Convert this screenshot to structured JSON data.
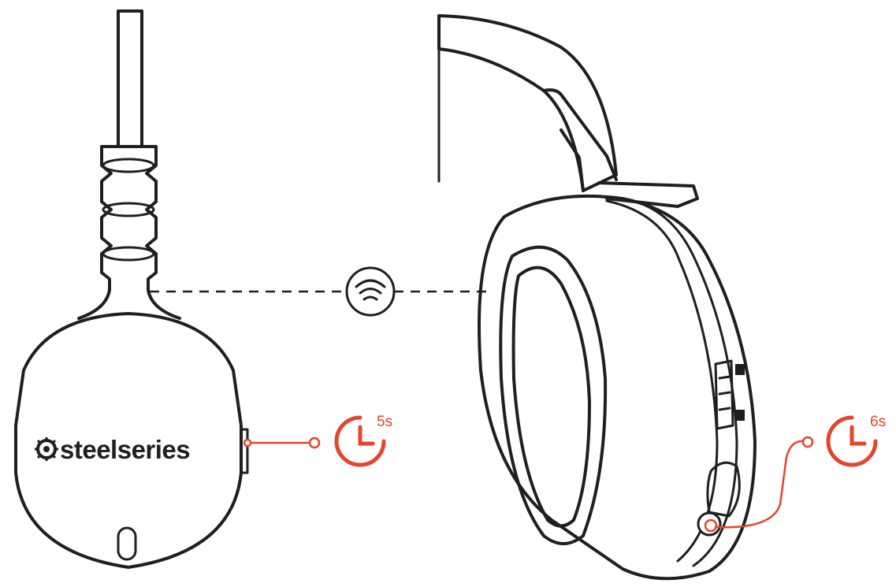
{
  "diagram": {
    "brand_text": "steelseries",
    "dongle_hold_label": "5s",
    "headset_hold_label": "6s",
    "accent_color": "#e5452b",
    "line_color": "#1f1f1f",
    "icons": {
      "wireless": "wifi-icon",
      "timer": "timer-icon",
      "brand_logo": "steelseries-logo-icon"
    }
  }
}
